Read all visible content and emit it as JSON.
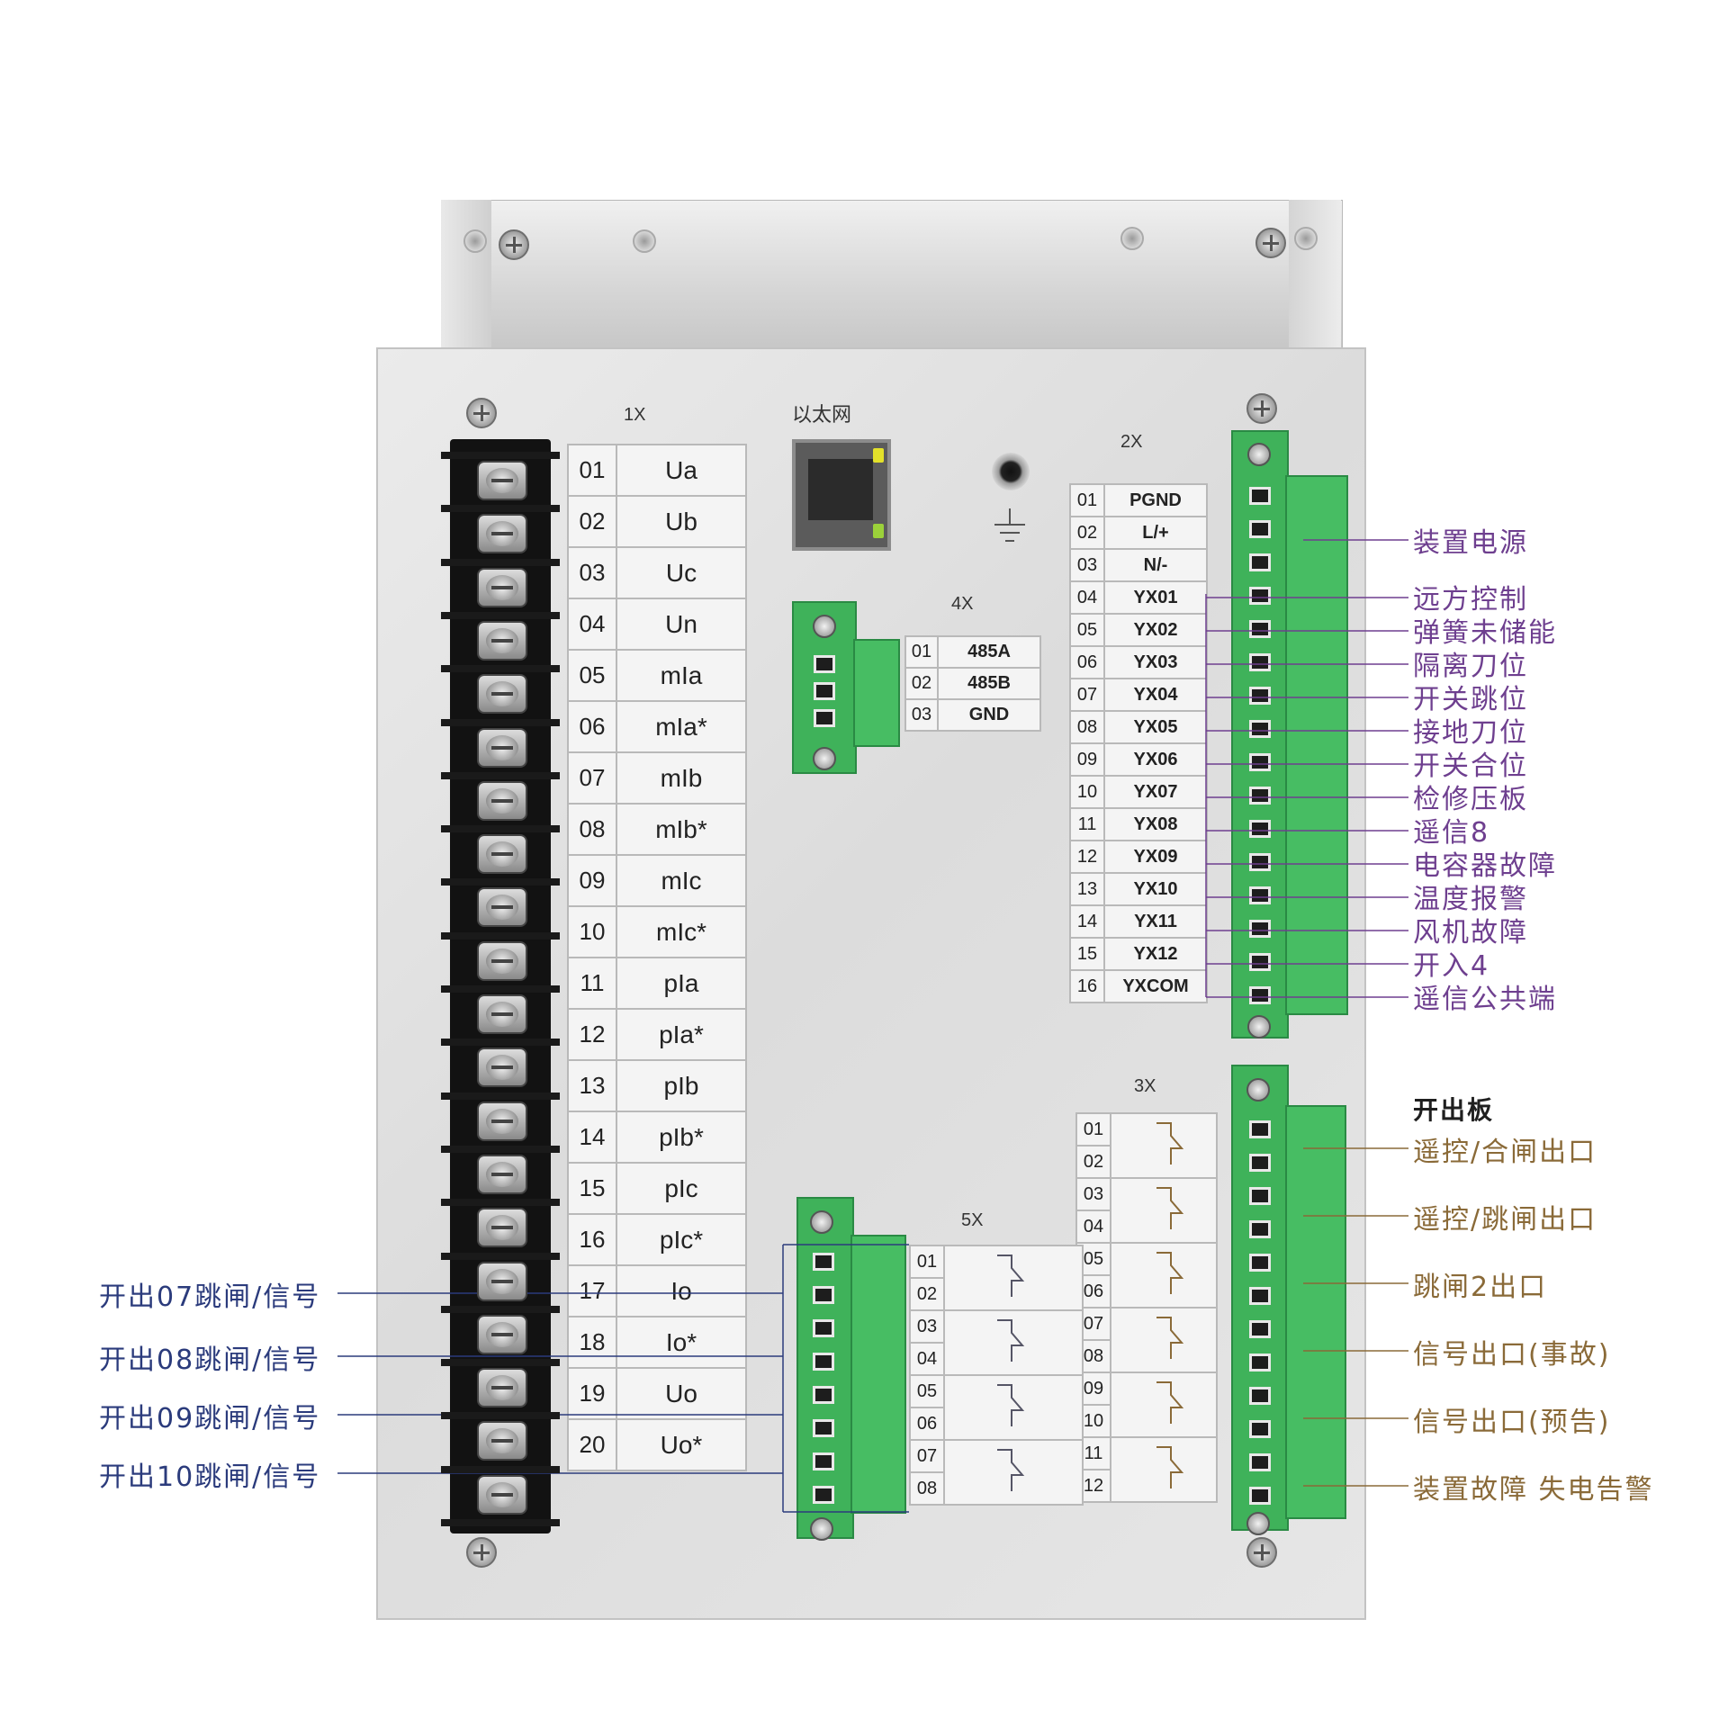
{
  "device": {
    "ethernet_label": "以太网"
  },
  "block_1x": {
    "title": "1X",
    "rows": [
      {
        "n": "01",
        "name": "Ua"
      },
      {
        "n": "02",
        "name": "Ub"
      },
      {
        "n": "03",
        "name": "Uc"
      },
      {
        "n": "04",
        "name": "Un"
      },
      {
        "n": "05",
        "name": "mIa"
      },
      {
        "n": "06",
        "name": "mIa*"
      },
      {
        "n": "07",
        "name": "mIb"
      },
      {
        "n": "08",
        "name": "mIb*"
      },
      {
        "n": "09",
        "name": "mIc"
      },
      {
        "n": "10",
        "name": "mIc*"
      },
      {
        "n": "11",
        "name": "pIa"
      },
      {
        "n": "12",
        "name": "pIa*"
      },
      {
        "n": "13",
        "name": "pIb"
      },
      {
        "n": "14",
        "name": "pIb*"
      },
      {
        "n": "15",
        "name": "pIc"
      },
      {
        "n": "16",
        "name": "pIc*"
      },
      {
        "n": "17",
        "name": "Io"
      },
      {
        "n": "18",
        "name": "Io*"
      },
      {
        "n": "19",
        "name": "Uo"
      },
      {
        "n": "20",
        "name": "Uo*"
      }
    ]
  },
  "block_2x": {
    "title": "2X",
    "rows": [
      {
        "n": "01",
        "name": "PGND"
      },
      {
        "n": "02",
        "name": "L/+"
      },
      {
        "n": "03",
        "name": "N/-"
      },
      {
        "n": "04",
        "name": "YX01"
      },
      {
        "n": "05",
        "name": "YX02"
      },
      {
        "n": "06",
        "name": "YX03"
      },
      {
        "n": "07",
        "name": "YX04"
      },
      {
        "n": "08",
        "name": "YX05"
      },
      {
        "n": "09",
        "name": "YX06"
      },
      {
        "n": "10",
        "name": "YX07"
      },
      {
        "n": "11",
        "name": "YX08"
      },
      {
        "n": "12",
        "name": "YX09"
      },
      {
        "n": "13",
        "name": "YX10"
      },
      {
        "n": "14",
        "name": "YX11"
      },
      {
        "n": "15",
        "name": "YX12"
      },
      {
        "n": "16",
        "name": "YXCOM"
      }
    ]
  },
  "block_4x": {
    "title": "4X",
    "rows": [
      {
        "n": "01",
        "name": "485A"
      },
      {
        "n": "02",
        "name": "485B"
      },
      {
        "n": "03",
        "name": "GND"
      }
    ]
  },
  "block_5x": {
    "title": "5X",
    "rows": [
      "01",
      "02",
      "03",
      "04",
      "05",
      "06",
      "07",
      "08"
    ]
  },
  "block_3x": {
    "title": "3X",
    "rows": [
      "01",
      "02",
      "03",
      "04",
      "05",
      "06",
      "07",
      "08",
      "09",
      "10",
      "11",
      "12"
    ]
  },
  "labels_2x": [
    "装置电源",
    "远方控制",
    "弹簧未储能",
    "隔离刀位",
    "开关跳位",
    "接地刀位",
    "开关合位",
    "检修压板",
    "遥信8",
    "电容器故障",
    "温度报警",
    "风机故障",
    "开入4",
    "遥信公共端"
  ],
  "labels_3x_header": "开出板",
  "labels_3x": [
    "遥控/合闸出口",
    "遥控/跳闸出口",
    "跳闸2出口",
    "信号出口(事故)",
    "信号出口(预告)",
    "装置故障 失电告警"
  ],
  "labels_5x": [
    "开出07跳闸/信号",
    "开出08跳闸/信号",
    "开出09跳闸/信号",
    "开出10跳闸/信号"
  ],
  "colors": {
    "purple": "#6e3f8f",
    "brown": "#8a6a38",
    "navy": "#2b3b7c",
    "green": "#3fb25a"
  }
}
